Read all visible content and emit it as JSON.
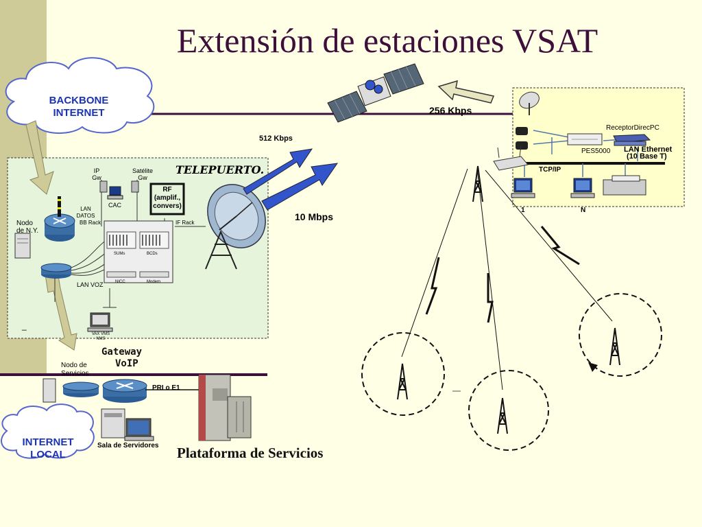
{
  "title": "Extensión de estaciones  VSAT",
  "clouds": {
    "backbone": [
      "BACKBONE",
      "INTERNET"
    ],
    "local": [
      "INTERNET",
      "LOCAL"
    ]
  },
  "links": {
    "kbps_256": "256 Kbps",
    "kbps_512": "512 Kbps",
    "mbps_10": "10 Mbps",
    "pri": "PRI o E1"
  },
  "teleport": {
    "title": "TELEPUERTO.",
    "ip_gw": [
      "IP",
      "Gw"
    ],
    "sat_gw": [
      "Satélite",
      "Gw"
    ],
    "cac": "CAC",
    "rf": [
      "RF",
      "(amplif.,",
      "convers)"
    ],
    "lan_datos": [
      "LAN",
      "DATOS"
    ],
    "bb_rack": "BB Rack",
    "if_rack": "IF Rack",
    "nodo_ny": [
      "Nodo",
      "de N.Y."
    ],
    "lan_voz": "LAN VOZ",
    "sums": "SUMs",
    "bcds": "BCDs",
    "nicc": "NICC",
    "modem": "Modem",
    "vax": [
      "VAX VMS",
      "NMS"
    ],
    "dash": "_"
  },
  "remote": {
    "receptor": "ReceptorDirecPC",
    "pes": "PES5000",
    "lan": [
      "LAN Ethernet",
      "(10 Base T)"
    ],
    "tcpip": "TCP/IP",
    "pc1": "1",
    "pcn": "N"
  },
  "services": {
    "gateway": [
      "Gateway",
      "VoIP"
    ],
    "nodo": [
      "Nodo de",
      "Servicios"
    ],
    "sala": "Sala de Servidores",
    "plataforma": "Plataforma de Servicios"
  },
  "colors": {
    "title": "#3D0F3B",
    "cloud_text": "#1A33B3",
    "arrow_blue": "#3355CC",
    "router": "#3A6EA5",
    "left_bar": "#CFCB99",
    "teleport_box": "#E6F4DC"
  }
}
